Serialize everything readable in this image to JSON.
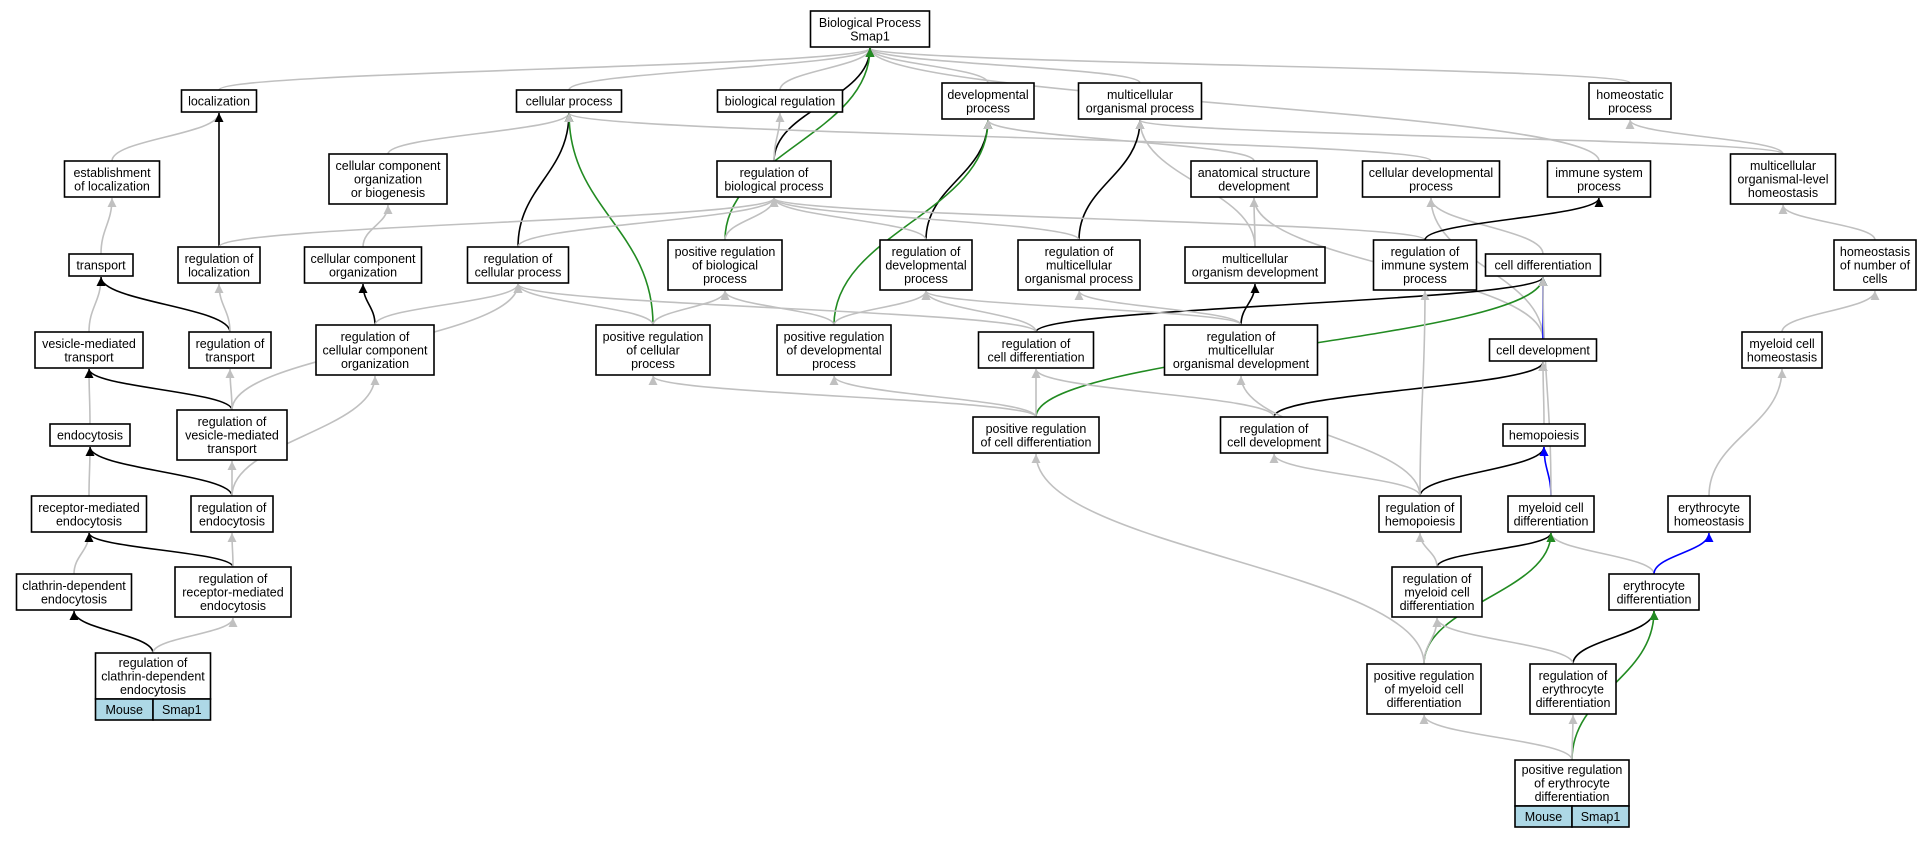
{
  "colors": {
    "is_a": "#c0c0c0",
    "regulates": "#000000",
    "positively_regulates": "#228b22",
    "part_of": "#0000ff",
    "gene_cell": "#add8e6"
  },
  "nodes": [
    {
      "id": "root",
      "lines": [
        "Biological Process",
        "Smap1"
      ]
    },
    {
      "id": "localization",
      "lines": [
        "localization"
      ]
    },
    {
      "id": "cellular_process",
      "lines": [
        "cellular process"
      ]
    },
    {
      "id": "biological_regulation",
      "lines": [
        "biological regulation"
      ]
    },
    {
      "id": "developmental_process",
      "lines": [
        "developmental",
        "process"
      ]
    },
    {
      "id": "multicellular_organismal_process",
      "lines": [
        "multicellular",
        "organismal process"
      ]
    },
    {
      "id": "homeostatic_process",
      "lines": [
        "homeostatic",
        "process"
      ]
    },
    {
      "id": "establishment_of_localization",
      "lines": [
        "establishment",
        "of localization"
      ]
    },
    {
      "id": "ccob",
      "lines": [
        "cellular component",
        "organization",
        "or biogenesis"
      ]
    },
    {
      "id": "regulation_of_biological_process",
      "lines": [
        "regulation of",
        "biological process"
      ]
    },
    {
      "id": "anatomical_structure_development",
      "lines": [
        "anatomical structure",
        "development"
      ]
    },
    {
      "id": "cellular_developmental_process",
      "lines": [
        "cellular developmental",
        "process"
      ]
    },
    {
      "id": "immune_system_process",
      "lines": [
        "immune system",
        "process"
      ]
    },
    {
      "id": "multicellular_organismal_level_homeostasis",
      "lines": [
        "multicellular",
        "organismal-level",
        "homeostasis"
      ]
    },
    {
      "id": "transport",
      "lines": [
        "transport"
      ]
    },
    {
      "id": "regulation_of_localization",
      "lines": [
        "regulation of",
        "localization"
      ]
    },
    {
      "id": "cellular_component_organization",
      "lines": [
        "cellular component",
        "organization"
      ]
    },
    {
      "id": "regulation_of_cellular_process",
      "lines": [
        "regulation of",
        "cellular process"
      ]
    },
    {
      "id": "positive_regulation_of_biological_process",
      "lines": [
        "positive regulation",
        "of biological",
        "process"
      ]
    },
    {
      "id": "regulation_of_developmental_process",
      "lines": [
        "regulation of",
        "developmental",
        "process"
      ]
    },
    {
      "id": "regulation_of_multicellular_organismal_process",
      "lines": [
        "regulation of",
        "multicellular",
        "organismal process"
      ]
    },
    {
      "id": "multicellular_organism_development",
      "lines": [
        "multicellular",
        "organism development"
      ]
    },
    {
      "id": "regulation_of_immune_system_process",
      "lines": [
        "regulation of",
        "immune system",
        "process"
      ]
    },
    {
      "id": "cell_differentiation",
      "lines": [
        "cell differentiation"
      ]
    },
    {
      "id": "homeostasis_of_number_of_cells",
      "lines": [
        "homeostasis",
        "of number of",
        "cells"
      ]
    },
    {
      "id": "vesicle_mediated_transport",
      "lines": [
        "vesicle-mediated",
        "transport"
      ]
    },
    {
      "id": "regulation_of_transport",
      "lines": [
        "regulation of",
        "transport"
      ]
    },
    {
      "id": "regulation_of_ccorg",
      "lines": [
        "regulation of",
        "cellular component",
        "organization"
      ]
    },
    {
      "id": "positive_regulation_of_cellular_process",
      "lines": [
        "positive regulation",
        "of cellular",
        "process"
      ]
    },
    {
      "id": "positive_regulation_of_developmental_process",
      "lines": [
        "positive regulation",
        "of developmental",
        "process"
      ]
    },
    {
      "id": "regulation_of_cell_differentiation",
      "lines": [
        "regulation of",
        "cell differentiation"
      ]
    },
    {
      "id": "regulation_of_multicellular_organismal_development",
      "lines": [
        "regulation of",
        "multicellular",
        "organismal development"
      ]
    },
    {
      "id": "cell_development",
      "lines": [
        "cell development"
      ]
    },
    {
      "id": "myeloid_cell_homeostasis",
      "lines": [
        "myeloid cell",
        "homeostasis"
      ]
    },
    {
      "id": "endocytosis",
      "lines": [
        "endocytosis"
      ]
    },
    {
      "id": "regulation_of_vesicle_mediated_transport",
      "lines": [
        "regulation of",
        "vesicle-mediated",
        "transport"
      ]
    },
    {
      "id": "positive_regulation_of_cell_differentiation",
      "lines": [
        "positive regulation",
        "of cell differentiation"
      ]
    },
    {
      "id": "regulation_of_cell_development",
      "lines": [
        "regulation of",
        "cell development"
      ]
    },
    {
      "id": "hemopoiesis",
      "lines": [
        "hemopoiesis"
      ]
    },
    {
      "id": "receptor_mediated_endocytosis",
      "lines": [
        "receptor-mediated",
        "endocytosis"
      ]
    },
    {
      "id": "regulation_of_endocytosis",
      "lines": [
        "regulation of",
        "endocytosis"
      ]
    },
    {
      "id": "regulation_of_hemopoiesis",
      "lines": [
        "regulation of",
        "hemopoiesis"
      ]
    },
    {
      "id": "myeloid_cell_differentiation",
      "lines": [
        "myeloid cell",
        "differentiation"
      ]
    },
    {
      "id": "erythrocyte_homeostasis",
      "lines": [
        "erythrocyte",
        "homeostasis"
      ]
    },
    {
      "id": "clathrin_dependent_endocytosis",
      "lines": [
        "clathrin-dependent",
        "endocytosis"
      ]
    },
    {
      "id": "regulation_of_receptor_mediated_endocytosis",
      "lines": [
        "regulation of",
        "receptor-mediated",
        "endocytosis"
      ]
    },
    {
      "id": "regulation_of_myeloid_cell_differentiation",
      "lines": [
        "regulation of",
        "myeloid cell",
        "differentiation"
      ]
    },
    {
      "id": "erythrocyte_differentiation",
      "lines": [
        "erythrocyte",
        "differentiation"
      ]
    },
    {
      "id": "regulation_of_clathrin_dependent_endocytosis",
      "lines": [
        "regulation of",
        "clathrin-dependent",
        "endocytosis"
      ],
      "gene": [
        "Mouse",
        "Smap1"
      ]
    },
    {
      "id": "positive_regulation_of_myeloid_cell_differentiation",
      "lines": [
        "positive regulation",
        "of myeloid cell",
        "differentiation"
      ]
    },
    {
      "id": "regulation_of_erythrocyte_differentiation",
      "lines": [
        "regulation of",
        "erythrocyte",
        "differentiation"
      ]
    },
    {
      "id": "positive_regulation_of_erythrocyte_differentiation",
      "lines": [
        "positive regulation",
        "of erythrocyte",
        "differentiation"
      ],
      "gene": [
        "Mouse",
        "Smap1"
      ]
    }
  ],
  "edges": [
    {
      "from": "localization",
      "to": "root",
      "type": "is_a"
    },
    {
      "from": "cellular_process",
      "to": "root",
      "type": "is_a"
    },
    {
      "from": "biological_regulation",
      "to": "root",
      "type": "is_a"
    },
    {
      "from": "developmental_process",
      "to": "root",
      "type": "is_a"
    },
    {
      "from": "multicellular_organismal_process",
      "to": "root",
      "type": "is_a"
    },
    {
      "from": "homeostatic_process",
      "to": "root",
      "type": "is_a"
    },
    {
      "from": "immune_system_process",
      "to": "root",
      "type": "is_a"
    },
    {
      "from": "regulation_of_biological_process",
      "to": "root",
      "type": "regulates"
    },
    {
      "from": "positive_regulation_of_biological_process",
      "to": "root",
      "type": "positively_regulates"
    },
    {
      "from": "establishment_of_localization",
      "to": "localization",
      "type": "is_a"
    },
    {
      "from": "regulation_of_localization",
      "to": "localization",
      "type": "regulates"
    },
    {
      "from": "ccob",
      "to": "cellular_process",
      "type": "is_a"
    },
    {
      "from": "regulation_of_cellular_process",
      "to": "cellular_process",
      "type": "regulates"
    },
    {
      "from": "positive_regulation_of_cellular_process",
      "to": "cellular_process",
      "type": "positively_regulates"
    },
    {
      "from": "cellular_developmental_process",
      "to": "cellular_process",
      "type": "is_a"
    },
    {
      "from": "regulation_of_biological_process",
      "to": "biological_regulation",
      "type": "is_a"
    },
    {
      "from": "regulation_of_developmental_process",
      "to": "developmental_process",
      "type": "regulates"
    },
    {
      "from": "positive_regulation_of_developmental_process",
      "to": "developmental_process",
      "type": "positively_regulates"
    },
    {
      "from": "anatomical_structure_development",
      "to": "developmental_process",
      "type": "is_a"
    },
    {
      "from": "regulation_of_multicellular_organismal_process",
      "to": "multicellular_organismal_process",
      "type": "regulates"
    },
    {
      "from": "multicellular_organism_development",
      "to": "multicellular_organismal_process",
      "type": "is_a"
    },
    {
      "from": "multicellular_organismal_level_homeostasis",
      "to": "multicellular_organismal_process",
      "type": "is_a"
    },
    {
      "from": "multicellular_organismal_level_homeostasis",
      "to": "homeostatic_process",
      "type": "is_a"
    },
    {
      "from": "transport",
      "to": "establishment_of_localization",
      "type": "is_a"
    },
    {
      "from": "cellular_component_organization",
      "to": "ccob",
      "type": "is_a"
    },
    {
      "from": "regulation_of_localization",
      "to": "regulation_of_biological_process",
      "type": "is_a"
    },
    {
      "from": "regulation_of_cellular_process",
      "to": "regulation_of_biological_process",
      "type": "is_a"
    },
    {
      "from": "positive_regulation_of_biological_process",
      "to": "regulation_of_biological_process",
      "type": "is_a"
    },
    {
      "from": "regulation_of_developmental_process",
      "to": "regulation_of_biological_process",
      "type": "is_a"
    },
    {
      "from": "regulation_of_multicellular_organismal_process",
      "to": "regulation_of_biological_process",
      "type": "is_a"
    },
    {
      "from": "regulation_of_immune_system_process",
      "to": "regulation_of_biological_process",
      "type": "is_a"
    },
    {
      "from": "multicellular_organism_development",
      "to": "anatomical_structure_development",
      "type": "is_a"
    },
    {
      "from": "cell_differentiation",
      "to": "cellular_developmental_process",
      "type": "is_a"
    },
    {
      "from": "cell_development",
      "to": "cellular_developmental_process",
      "type": "is_a"
    },
    {
      "from": "regulation_of_immune_system_process",
      "to": "immune_system_process",
      "type": "regulates"
    },
    {
      "from": "cell_development",
      "to": "anatomical_structure_development",
      "type": "is_a"
    },
    {
      "from": "homeostasis_of_number_of_cells",
      "to": "multicellular_organismal_level_homeostasis",
      "type": "is_a"
    },
    {
      "from": "vesicle_mediated_transport",
      "to": "transport",
      "type": "is_a"
    },
    {
      "from": "regulation_of_transport",
      "to": "transport",
      "type": "regulates"
    },
    {
      "from": "regulation_of_transport",
      "to": "regulation_of_localization",
      "type": "is_a"
    },
    {
      "from": "regulation_of_ccorg",
      "to": "cellular_component_organization",
      "type": "regulates"
    },
    {
      "from": "regulation_of_ccorg",
      "to": "regulation_of_cellular_process",
      "type": "is_a"
    },
    {
      "from": "positive_regulation_of_cellular_process",
      "to": "regulation_of_cellular_process",
      "type": "is_a"
    },
    {
      "from": "positive_regulation_of_cellular_process",
      "to": "positive_regulation_of_biological_process",
      "type": "is_a"
    },
    {
      "from": "positive_regulation_of_developmental_process",
      "to": "positive_regulation_of_biological_process",
      "type": "is_a"
    },
    {
      "from": "positive_regulation_of_developmental_process",
      "to": "regulation_of_developmental_process",
      "type": "is_a"
    },
    {
      "from": "regulation_of_cell_differentiation",
      "to": "cell_differentiation",
      "type": "regulates"
    },
    {
      "from": "regulation_of_cell_differentiation",
      "to": "regulation_of_developmental_process",
      "type": "is_a"
    },
    {
      "from": "regulation_of_cell_differentiation",
      "to": "regulation_of_cellular_process",
      "type": "is_a"
    },
    {
      "from": "regulation_of_multicellular_organismal_development",
      "to": "multicellular_organism_development",
      "type": "regulates"
    },
    {
      "from": "regulation_of_multicellular_organismal_development",
      "to": "regulation_of_developmental_process",
      "type": "is_a"
    },
    {
      "from": "regulation_of_multicellular_organismal_development",
      "to": "regulation_of_multicellular_organismal_process",
      "type": "is_a"
    },
    {
      "from": "cell_development",
      "to": "cell_differentiation",
      "type": "part_of"
    },
    {
      "from": "myeloid_cell_homeostasis",
      "to": "homeostasis_of_number_of_cells",
      "type": "is_a"
    },
    {
      "from": "endocytosis",
      "to": "vesicle_mediated_transport",
      "type": "is_a"
    },
    {
      "from": "regulation_of_vesicle_mediated_transport",
      "to": "vesicle_mediated_transport",
      "type": "regulates"
    },
    {
      "from": "regulation_of_vesicle_mediated_transport",
      "to": "regulation_of_transport",
      "type": "is_a"
    },
    {
      "from": "regulation_of_vesicle_mediated_transport",
      "to": "regulation_of_cellular_process",
      "type": "is_a"
    },
    {
      "from": "positive_regulation_of_cell_differentiation",
      "to": "cell_differentiation",
      "type": "positively_regulates"
    },
    {
      "from": "positive_regulation_of_cell_differentiation",
      "to": "regulation_of_cell_differentiation",
      "type": "is_a"
    },
    {
      "from": "positive_regulation_of_cell_differentiation",
      "to": "positive_regulation_of_cellular_process",
      "type": "is_a"
    },
    {
      "from": "positive_regulation_of_cell_differentiation",
      "to": "positive_regulation_of_developmental_process",
      "type": "is_a"
    },
    {
      "from": "regulation_of_cell_development",
      "to": "cell_development",
      "type": "regulates"
    },
    {
      "from": "regulation_of_cell_development",
      "to": "regulation_of_cell_differentiation",
      "type": "is_a"
    },
    {
      "from": "hemopoiesis",
      "to": "cell_development",
      "type": "is_a"
    },
    {
      "from": "receptor_mediated_endocytosis",
      "to": "endocytosis",
      "type": "is_a"
    },
    {
      "from": "regulation_of_endocytosis",
      "to": "endocytosis",
      "type": "regulates"
    },
    {
      "from": "regulation_of_endocytosis",
      "to": "regulation_of_vesicle_mediated_transport",
      "type": "is_a"
    },
    {
      "from": "regulation_of_endocytosis",
      "to": "regulation_of_ccorg",
      "type": "is_a"
    },
    {
      "from": "regulation_of_hemopoiesis",
      "to": "hemopoiesis",
      "type": "regulates"
    },
    {
      "from": "regulation_of_hemopoiesis",
      "to": "regulation_of_cell_development",
      "type": "is_a"
    },
    {
      "from": "regulation_of_hemopoiesis",
      "to": "regulation_of_immune_system_process",
      "type": "is_a"
    },
    {
      "from": "regulation_of_hemopoiesis",
      "to": "regulation_of_multicellular_organismal_development",
      "type": "is_a"
    },
    {
      "from": "myeloid_cell_differentiation",
      "to": "hemopoiesis",
      "type": "part_of"
    },
    {
      "from": "myeloid_cell_differentiation",
      "to": "cell_differentiation",
      "type": "is_a"
    },
    {
      "from": "erythrocyte_homeostasis",
      "to": "myeloid_cell_homeostasis",
      "type": "is_a"
    },
    {
      "from": "clathrin_dependent_endocytosis",
      "to": "receptor_mediated_endocytosis",
      "type": "is_a"
    },
    {
      "from": "regulation_of_receptor_mediated_endocytosis",
      "to": "receptor_mediated_endocytosis",
      "type": "regulates"
    },
    {
      "from": "regulation_of_receptor_mediated_endocytosis",
      "to": "regulation_of_endocytosis",
      "type": "is_a"
    },
    {
      "from": "regulation_of_myeloid_cell_differentiation",
      "to": "myeloid_cell_differentiation",
      "type": "regulates"
    },
    {
      "from": "regulation_of_myeloid_cell_differentiation",
      "to": "regulation_of_hemopoiesis",
      "type": "is_a"
    },
    {
      "from": "erythrocyte_differentiation",
      "to": "myeloid_cell_differentiation",
      "type": "is_a"
    },
    {
      "from": "erythrocyte_differentiation",
      "to": "erythrocyte_homeostasis",
      "type": "part_of"
    },
    {
      "from": "regulation_of_clathrin_dependent_endocytosis",
      "to": "clathrin_dependent_endocytosis",
      "type": "regulates"
    },
    {
      "from": "regulation_of_clathrin_dependent_endocytosis",
      "to": "regulation_of_receptor_mediated_endocytosis",
      "type": "is_a"
    },
    {
      "from": "positive_regulation_of_myeloid_cell_differentiation",
      "to": "myeloid_cell_differentiation",
      "type": "positively_regulates"
    },
    {
      "from": "positive_regulation_of_myeloid_cell_differentiation",
      "to": "regulation_of_myeloid_cell_differentiation",
      "type": "is_a"
    },
    {
      "from": "positive_regulation_of_myeloid_cell_differentiation",
      "to": "positive_regulation_of_cell_differentiation",
      "type": "is_a"
    },
    {
      "from": "regulation_of_erythrocyte_differentiation",
      "to": "erythrocyte_differentiation",
      "type": "regulates"
    },
    {
      "from": "regulation_of_erythrocyte_differentiation",
      "to": "regulation_of_myeloid_cell_differentiation",
      "type": "is_a"
    },
    {
      "from": "positive_regulation_of_erythrocyte_differentiation",
      "to": "erythrocyte_differentiation",
      "type": "positively_regulates"
    },
    {
      "from": "positive_regulation_of_erythrocyte_differentiation",
      "to": "regulation_of_erythrocyte_differentiation",
      "type": "is_a"
    },
    {
      "from": "positive_regulation_of_erythrocyte_differentiation",
      "to": "positive_regulation_of_myeloid_cell_differentiation",
      "type": "is_a"
    }
  ]
}
